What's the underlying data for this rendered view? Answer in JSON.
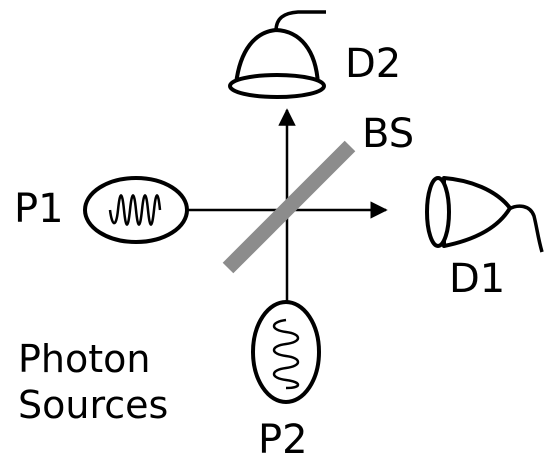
{
  "labels": {
    "p1": "P1",
    "p2": "P2",
    "d1": "D1",
    "d2": "D2",
    "bs": "BS",
    "sources_line1": "Photon",
    "sources_line2": "Sources"
  },
  "colors": {
    "ink": "#000000",
    "beam_splitter": "#8c8c8c",
    "background": "#ffffff"
  },
  "icons": {
    "p1": "wave-source-icon",
    "p2": "wave-source-icon",
    "d1": "photon-detector-icon",
    "d2": "photon-detector-icon"
  }
}
